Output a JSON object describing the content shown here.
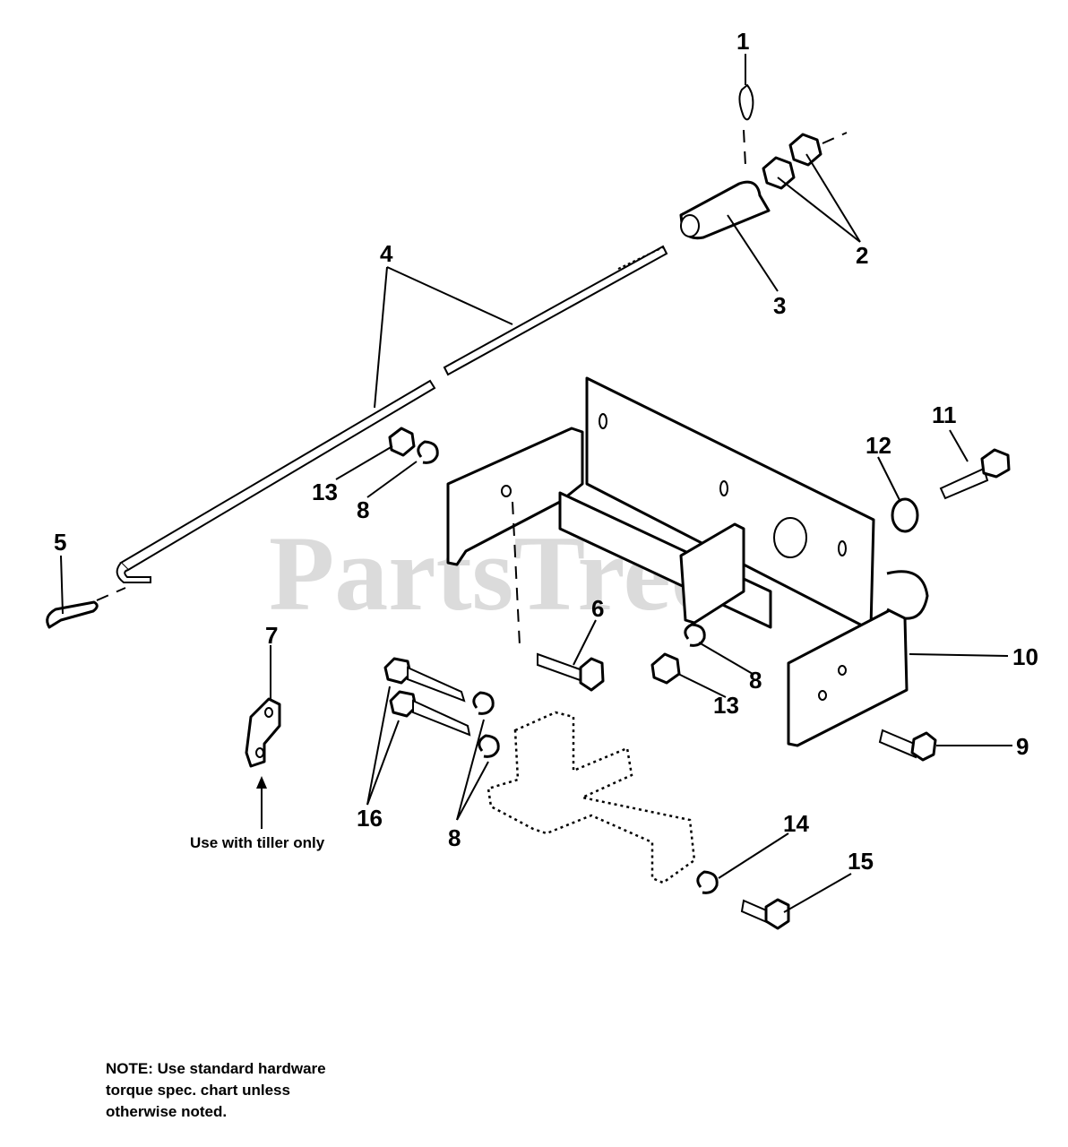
{
  "watermark": "PartsTree",
  "callouts": [
    "1",
    "2",
    "3",
    "4",
    "5",
    "6",
    "7",
    "8",
    "8",
    "8",
    "9",
    "10",
    "11",
    "12",
    "13",
    "13",
    "14",
    "15",
    "16"
  ],
  "tiller_label": "Use with tiller only",
  "note": {
    "line1": "NOTE: Use standard hardware",
    "line2": "torque spec. chart unless",
    "line3": "otherwise noted."
  }
}
